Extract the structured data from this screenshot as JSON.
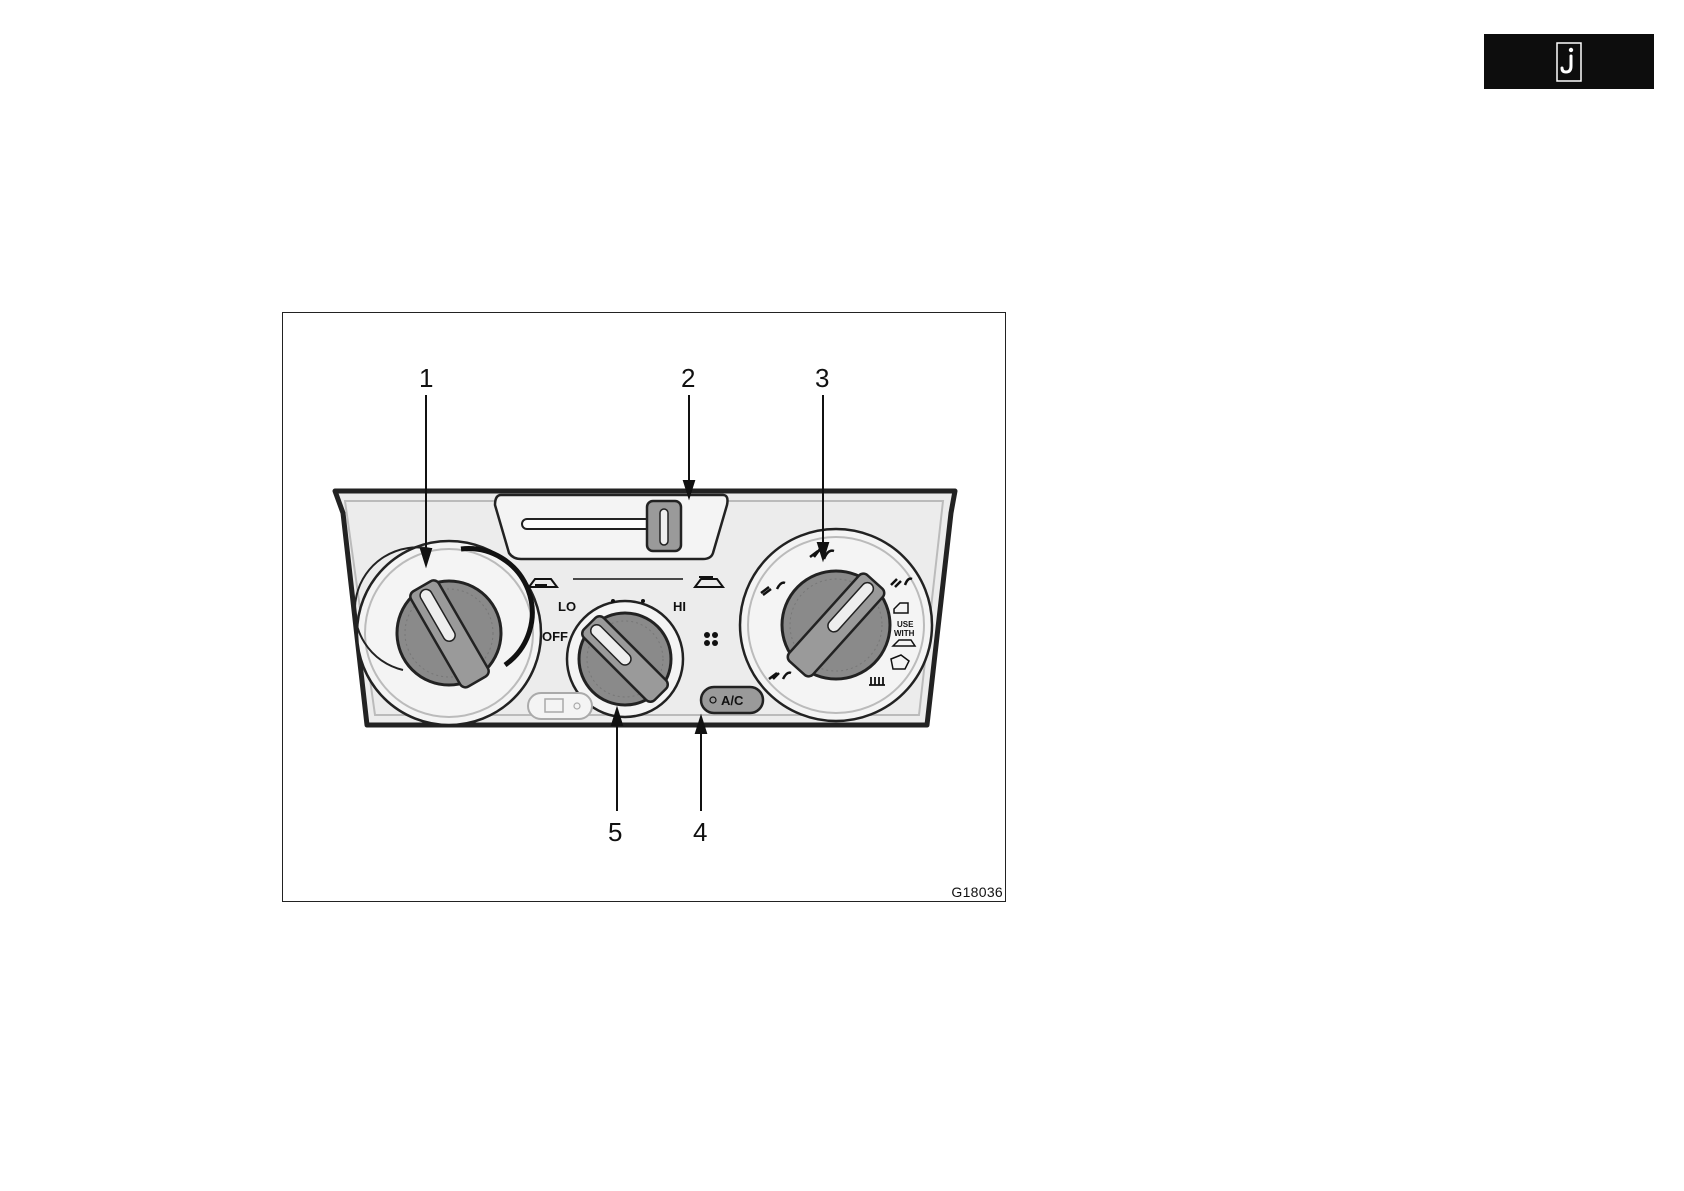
{
  "tab": {
    "icon": "information-question-icon",
    "background": "#0d0d0d"
  },
  "figure": {
    "code": "G18036",
    "callouts": [
      "1",
      "2",
      "3",
      "4",
      "5"
    ],
    "fan_labels": {
      "lo": "LO",
      "hi": "HI",
      "off": "OFF"
    },
    "mode_labels": {
      "use": "USE",
      "with": "WITH"
    },
    "ac_button": "A/C",
    "colors": {
      "panel_fill": "#ececec",
      "knob_fill": "#8a8a8a",
      "outline": "#222222",
      "slider_knob": "#9a9a9a"
    }
  }
}
